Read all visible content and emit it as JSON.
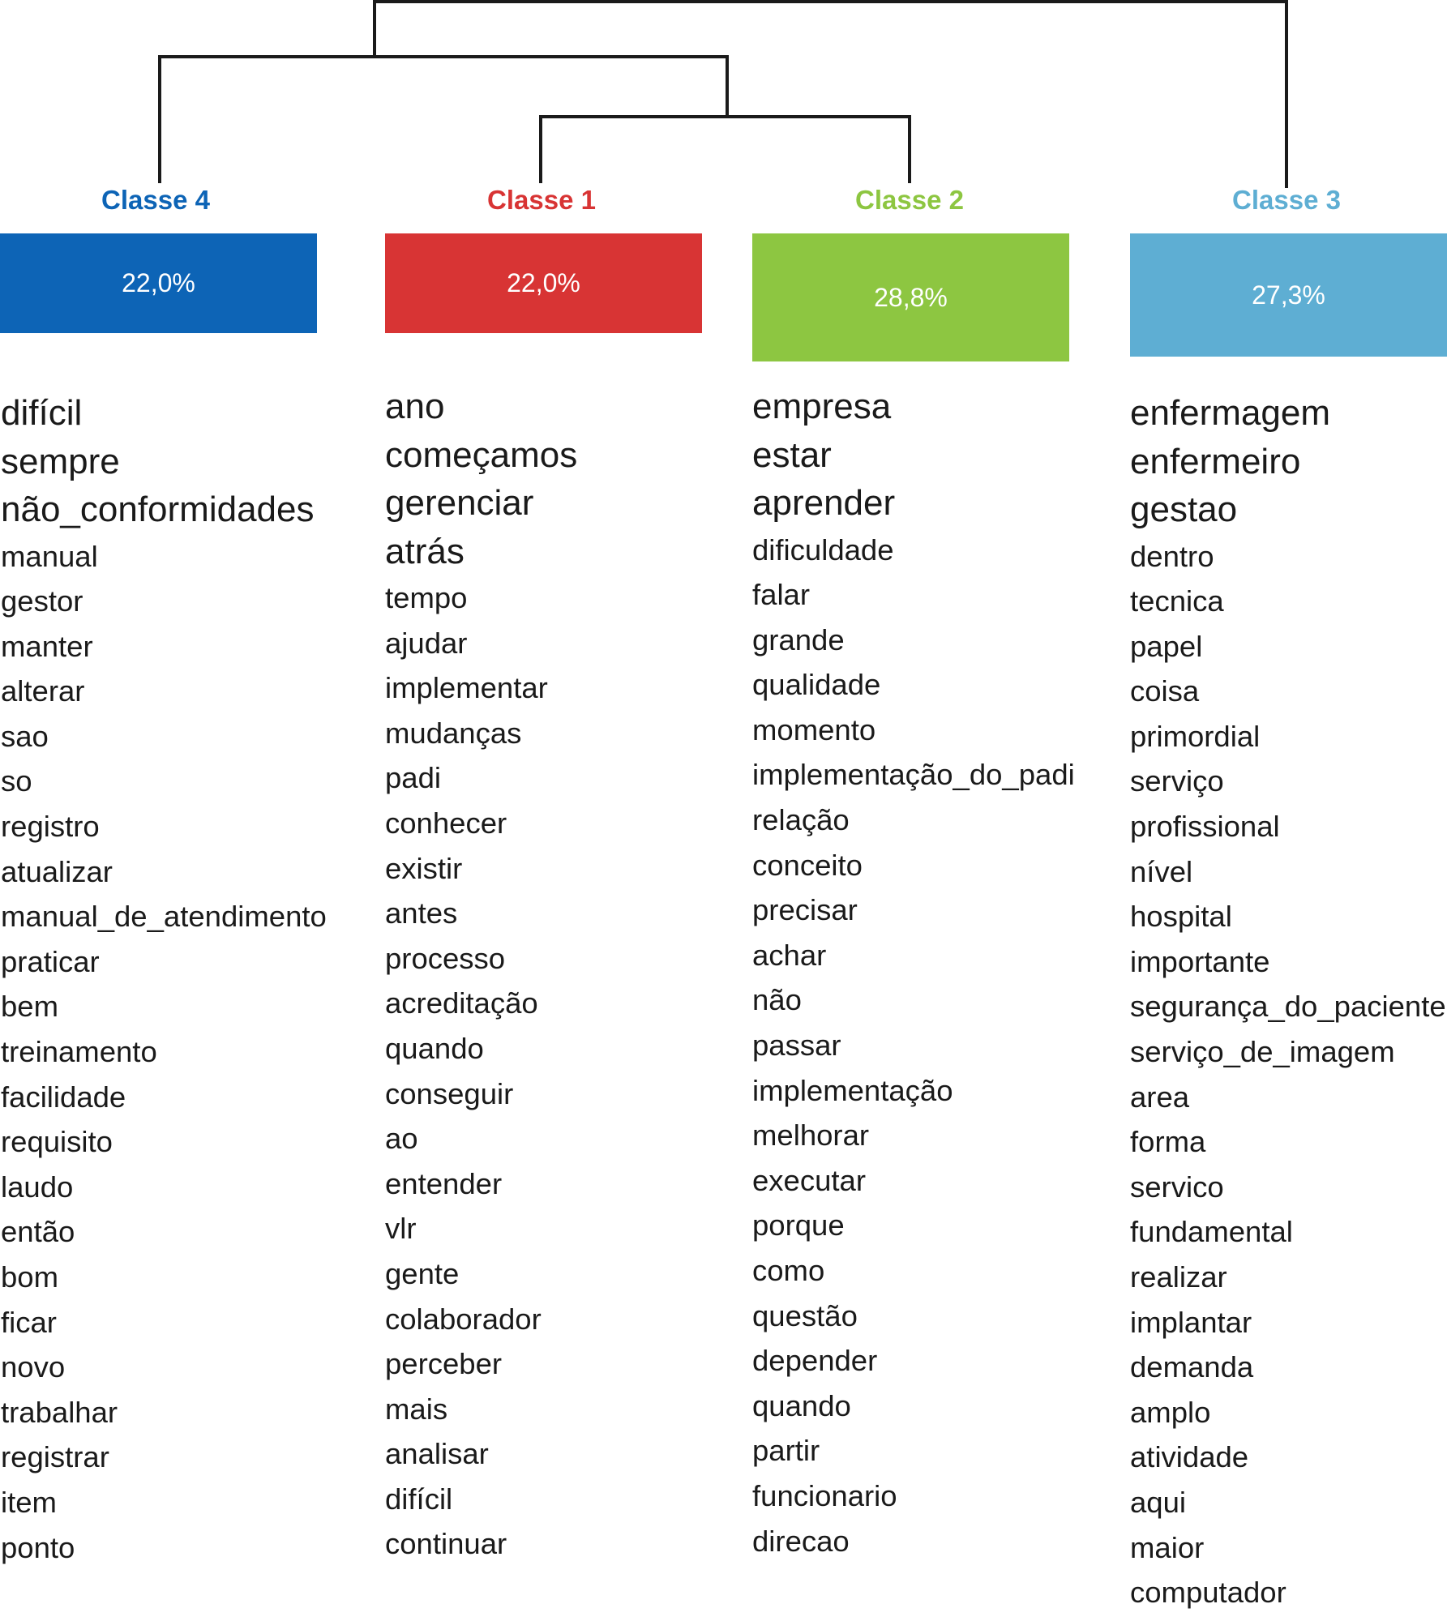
{
  "classes": [
    {
      "id": "class4",
      "title": "Classe 4",
      "color": "#0d64b6",
      "percent": "22,0%",
      "words": [
        "difícil",
        "sempre",
        "não_conformidades",
        "manual",
        "gestor",
        "manter",
        "alterar",
        "sao",
        "so",
        "registro",
        "atualizar",
        "manual_de_atendimento",
        "praticar",
        "bem",
        "treinamento",
        "facilidade",
        "requisito",
        "laudo",
        "então",
        "bom",
        "ficar",
        "novo",
        "trabalhar",
        "registrar",
        "item",
        "ponto"
      ]
    },
    {
      "id": "class1",
      "title": "Classe 1",
      "color": "#d83434",
      "percent": "22,0%",
      "words": [
        "ano",
        "começamos",
        "gerenciar",
        "atrás",
        "tempo",
        "ajudar",
        "implementar",
        "mudanças",
        "padi",
        "conhecer",
        "existir",
        "antes",
        "processo",
        "acreditação",
        "quando",
        "conseguir",
        "ao",
        "entender",
        "vlr",
        "gente",
        "colaborador",
        "perceber",
        "mais",
        "analisar",
        "difícil",
        "continuar"
      ]
    },
    {
      "id": "class2",
      "title": "Classe 2",
      "color": "#8dc641",
      "percent": "28,8%",
      "words": [
        "empresa",
        "estar",
        "aprender",
        "dificuldade",
        "falar",
        "grande",
        "qualidade",
        "momento",
        "implementação_do_padi",
        "relação",
        "conceito",
        "precisar",
        "achar",
        "não",
        "passar",
        "implementação",
        "melhorar",
        "executar",
        "porque",
        "como",
        "questão",
        "depender",
        "quando",
        "partir",
        "funcionario",
        "direcao"
      ]
    },
    {
      "id": "class3",
      "title": "Classe 3",
      "color": "#5eaed3",
      "percent": "27,3%",
      "words": [
        "enfermagem",
        "enfermeiro",
        "gestao",
        "dentro",
        "tecnica",
        "papel",
        "coisa",
        "primordial",
        "serviço",
        "profissional",
        "nível",
        "hospital",
        "importante",
        "segurança_do_paciente",
        "serviço_de_imagem",
        "area",
        "forma",
        "servico",
        "fundamental",
        "realizar",
        "implantar",
        "demanda",
        "amplo",
        "atividade",
        "aqui",
        "maior",
        "computador"
      ]
    }
  ]
}
